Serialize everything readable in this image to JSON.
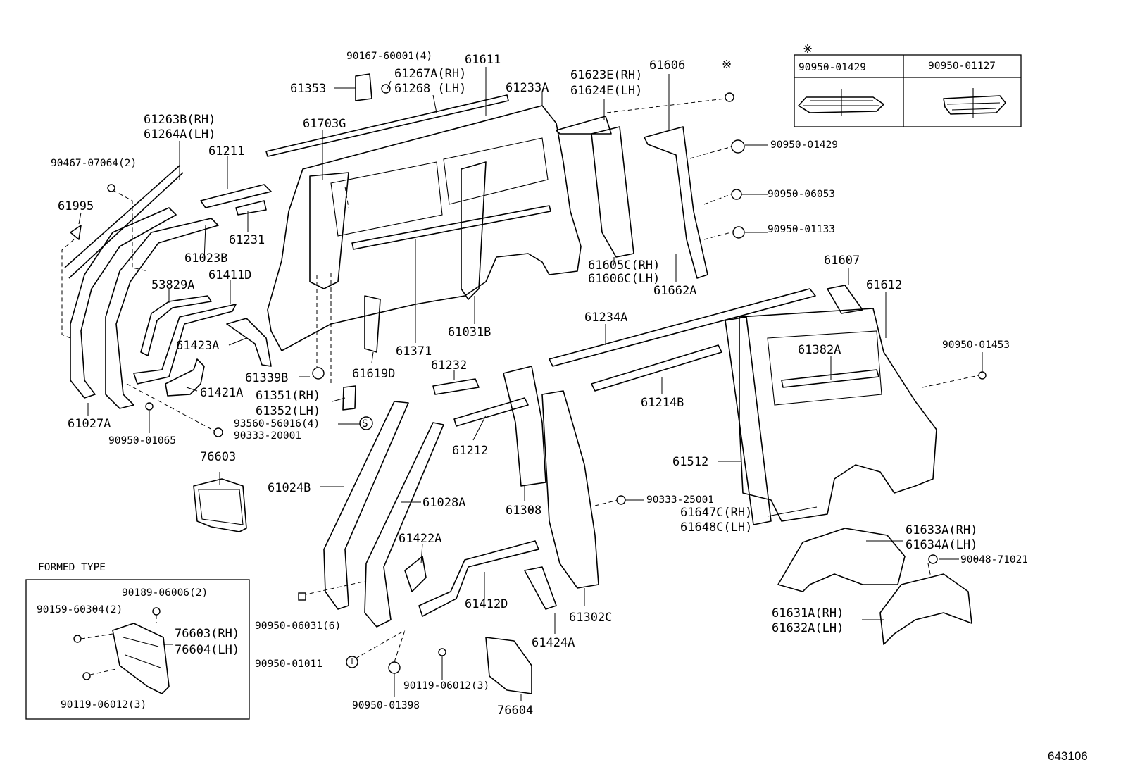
{
  "diagram_id": "643106",
  "formed_type": {
    "title": "FORMED TYPE",
    "labels": [
      "90189-06006(2)",
      "90159-60304(2)",
      "76603(RH)",
      "76604(LH)",
      "90119-06012(3)"
    ]
  },
  "inset_table": {
    "marker": "※",
    "col1": "90950-01429",
    "col2": "90950-01127"
  },
  "labels": {
    "p90167": "90167-60001(4)",
    "p61611": "61611",
    "p61267": "61267A(RH)",
    "p61268": "61268  (LH)",
    "p61353": "61353",
    "p61233": "61233A",
    "p61623": "61623E(RH)",
    "p61624": "61624E(LH)",
    "p61606": "61606",
    "pMark": "※",
    "p61263": "61263B(RH)",
    "p61264": "61264A(LH)",
    "p61703": "61703G",
    "p61211": "61211",
    "p90467": "90467-07064(2)",
    "p61995": "61995",
    "p61231": "61231",
    "p61023": "61023B",
    "p53829": "53829A",
    "p61411": "61411D",
    "p61423": "61423A",
    "p61339": "61339B",
    "p61351": "61351(RH)",
    "p61352": "61352(LH)",
    "p61421": "61421A",
    "p93560": "93560-56016(4)",
    "p90333a": "90333-20001",
    "p61027": "61027A",
    "p90950_01065": "90950-01065",
    "p61619": "61619D",
    "p61371": "61371",
    "p61031": "61031B",
    "p61605": "61605C(RH)",
    "p61606c": "61606C(LH)",
    "p61662": "61662A",
    "p90950_01429": "90950-01429",
    "p90950_06053": "90950-06053",
    "p90950_01133": "90950-01133",
    "p61607": "61607",
    "p61612": "61612",
    "p61234": "61234A",
    "p61382": "61382A",
    "p90950_01453": "90950-01453",
    "p61214": "61214B",
    "p61232": "61232",
    "p61212": "61212",
    "p61308": "61308",
    "p61512": "61512",
    "p90333b": "90333-25001",
    "p61647": "61647C(RH)",
    "p61648": "61648C(LH)",
    "p76603": "76603",
    "p61024": "61024B",
    "p61028": "61028A",
    "p61422": "61422A",
    "p61633": "61633A(RH)",
    "p61634": "61634A(LH)",
    "p90048": "90048-71021",
    "p61412": "61412D",
    "p61302": "61302C",
    "p61631": "61631A(RH)",
    "p61632": "61632A(LH)",
    "p90950_06031": "90950-06031(6)",
    "p61424": "61424A",
    "p90950_01011": "90950-01011",
    "p90119": "90119-06012(3)",
    "p90950_01398": "90950-01398",
    "p76604": "76604",
    "sMark": "S"
  }
}
